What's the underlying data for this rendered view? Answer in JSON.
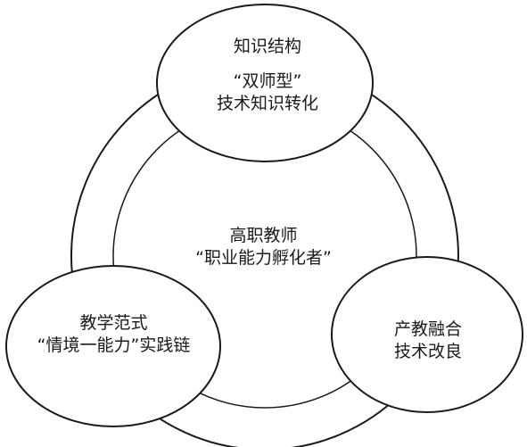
{
  "diagram": {
    "top_node": {
      "line1": "知识结构",
      "line2": "“双师型”",
      "line3": "技术知识转化"
    },
    "center_node": {
      "line1": "高职教师",
      "line2": "“职业能力孵化者”"
    },
    "left_node": {
      "line1": "教学范式",
      "line2": "“情境一能力”实践链"
    },
    "right_node": {
      "line1": "产教融合",
      "line2": "技术改良"
    },
    "stroke_color": "#1a1a1a",
    "fill_color": "#ffffff"
  }
}
